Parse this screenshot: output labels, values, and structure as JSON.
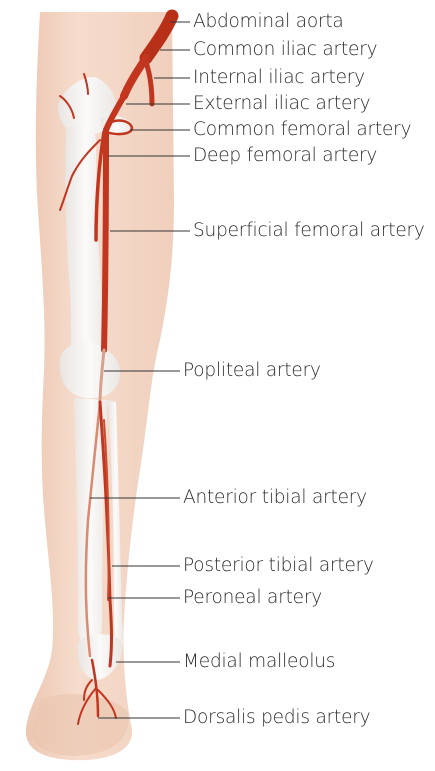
{
  "labels": {
    "abdominal_aorta": "Abdominal aorta",
    "common_iliac": "Common iliac artery",
    "internal_iliac": "Internal iliac artery",
    "external_iliac": "External iliac artery",
    "common_femoral": "Common femoral artery",
    "deep_femoral": "Deep femoral artery",
    "superficial_femoral": "Superficial femoral artery",
    "popliteal": "Popliteal artery",
    "anterior_tibial": "Anterior tibial artery",
    "posterior_tibial": "Posterior tibial artery",
    "peroneal": "Peroneal artery",
    "medial_malleolus": "Medial malleolus",
    "dorsalis_pedis": "Dorsalis pedis artery"
  },
  "colors": {
    "skin": "#f3d5c3",
    "skin_shadow": "#e8c1ab",
    "bone": "#f6f3f1",
    "artery": "#c83a22",
    "artery_dark": "#a82816",
    "leader_line": "#333333"
  }
}
